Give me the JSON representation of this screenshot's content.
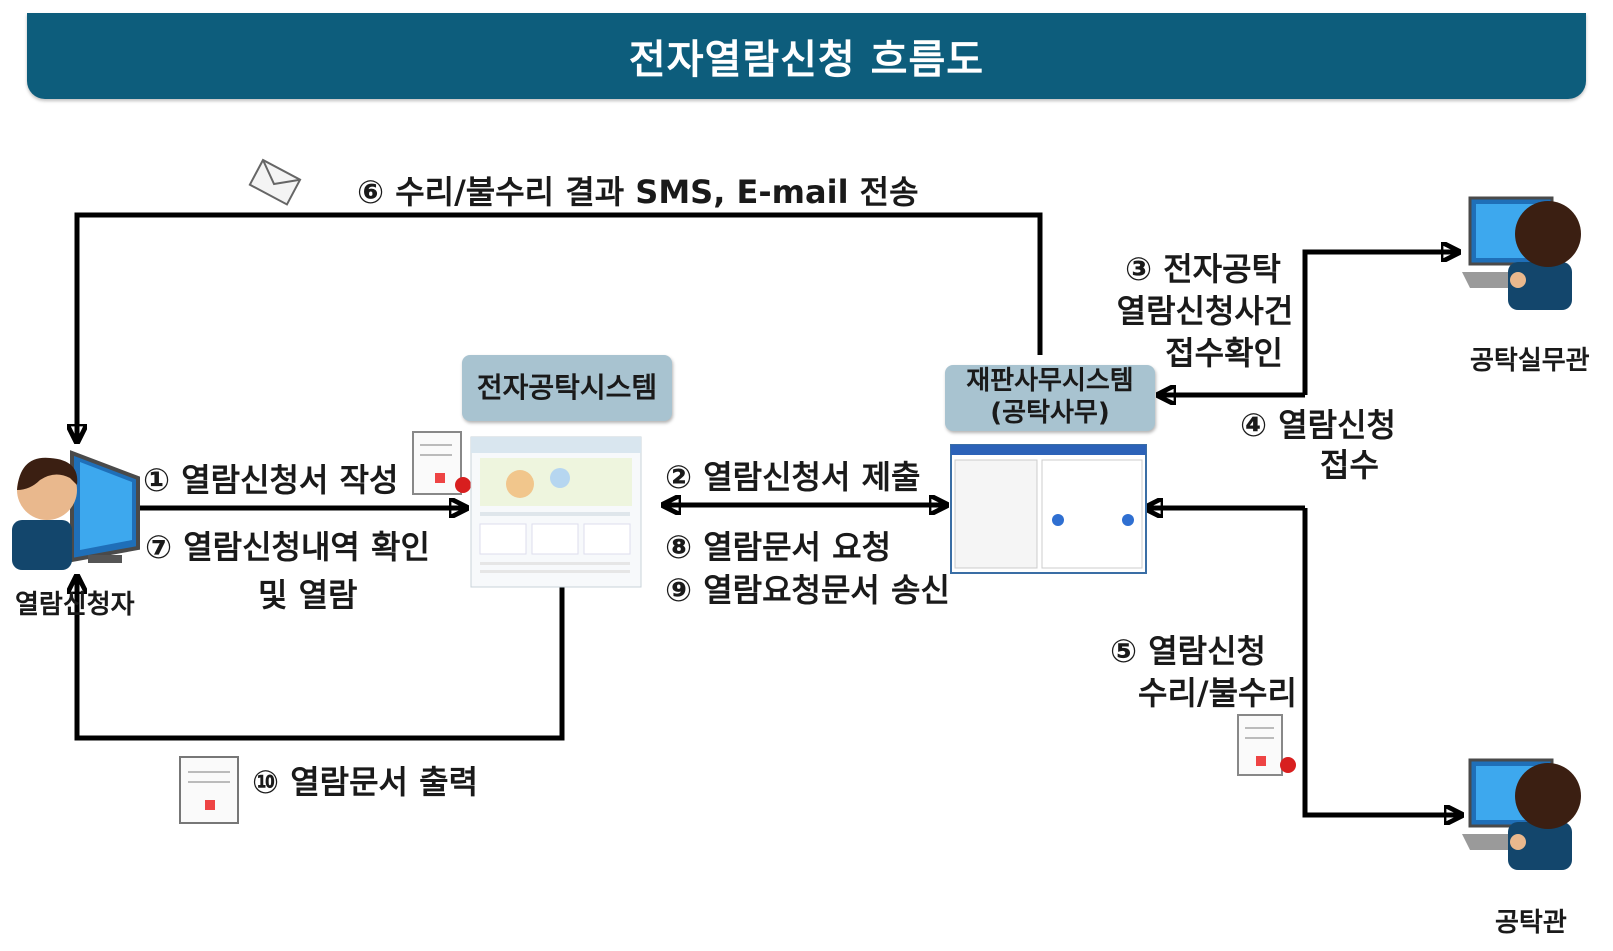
{
  "title": "전자열람신청 흐름도",
  "steps": {
    "s1": "① 열람신청서 작성",
    "s2": "② 열람신청서 제출",
    "s3_line1": "③ 전자공탁",
    "s3_line2": "열람신청사건",
    "s3_line3": "접수확인",
    "s4_line1": "④ 열람신청",
    "s4_line2": "접수",
    "s5_line1": "⑤ 열람신청",
    "s5_line2": "수리/불수리",
    "s6": "⑥ 수리/불수리 결과 SMS, E-mail 전송",
    "s7_line1": "⑦ 열람신청내역 확인",
    "s7_line2": "및 열람",
    "s8": "⑧ 열람문서 요청",
    "s9": "⑨ 열람요청문서 송신",
    "s10": "⑩ 열람문서 출력"
  },
  "actors": {
    "applicant": "열람신청자",
    "clerk": "공탁실무관",
    "officer": "공탁관"
  },
  "systems": {
    "deposit_system": "전자공탁시스템",
    "court_system_line1": "재판사무시스템",
    "court_system_line2": "(공탁사무)"
  },
  "colors": {
    "title_bar": "#0d5d7c",
    "system_box": "#a8c3d0",
    "arrow": "#000000"
  }
}
